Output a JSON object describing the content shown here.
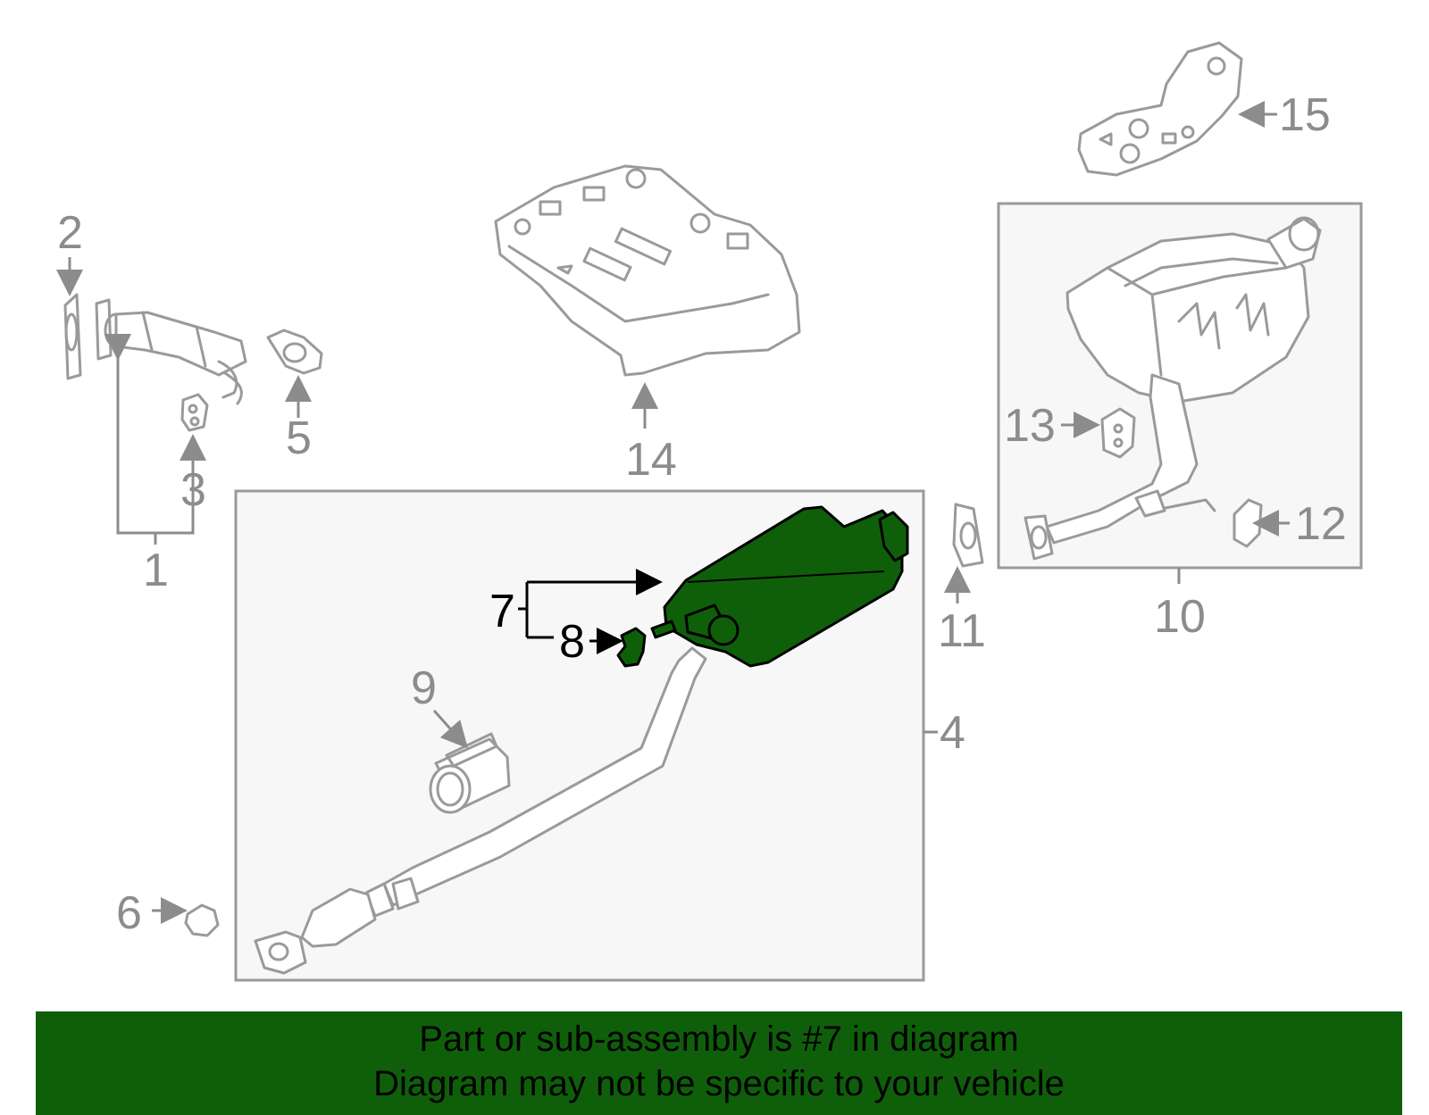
{
  "callouts": {
    "c1": "1",
    "c2": "2",
    "c3": "3",
    "c4": "4",
    "c5": "5",
    "c6": "6",
    "c7": "7",
    "c8": "8",
    "c9": "9",
    "c10": "10",
    "c11": "11",
    "c12": "12",
    "c13": "13",
    "c14": "14",
    "c15": "15"
  },
  "highlight": {
    "part_number": "7",
    "color": "#0f5f0a"
  },
  "banner": {
    "line1": "Part or sub-assembly is #7 in diagram",
    "line2": "Diagram may not be specific to your vehicle",
    "background": "#0f5f0a"
  }
}
